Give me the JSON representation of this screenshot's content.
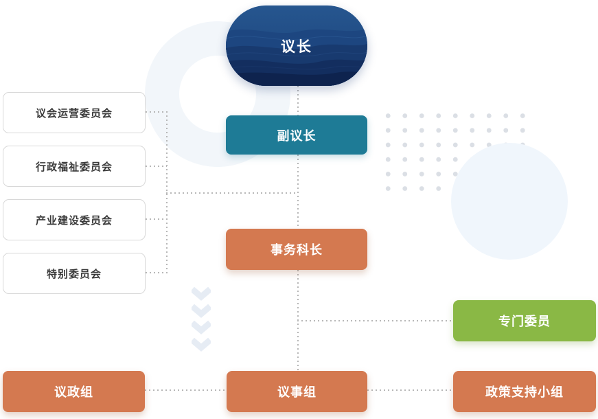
{
  "diagram": {
    "chairman": {
      "label": "议长"
    },
    "vice_chairman": {
      "label": "副议长"
    },
    "affairs_chief": {
      "label": "事务科长"
    },
    "special_member": {
      "label": "专门委员"
    },
    "committees": [
      {
        "label": "议会运营委员会"
      },
      {
        "label": "行政福祉委员会"
      },
      {
        "label": "产业建设委员会"
      },
      {
        "label": "特别委员会"
      }
    ],
    "groups": [
      {
        "label": "议政组"
      },
      {
        "label": "议事组"
      },
      {
        "label": "政策支持小组"
      }
    ]
  },
  "colors": {
    "navy": "#1b4179",
    "teal": "#1e7b96",
    "orange": "#d47950",
    "green": "#8ab845",
    "connector": "#b7b7b7",
    "decoration_blue": "#f0f6fc",
    "dot_gray": "#dbdfe5"
  }
}
